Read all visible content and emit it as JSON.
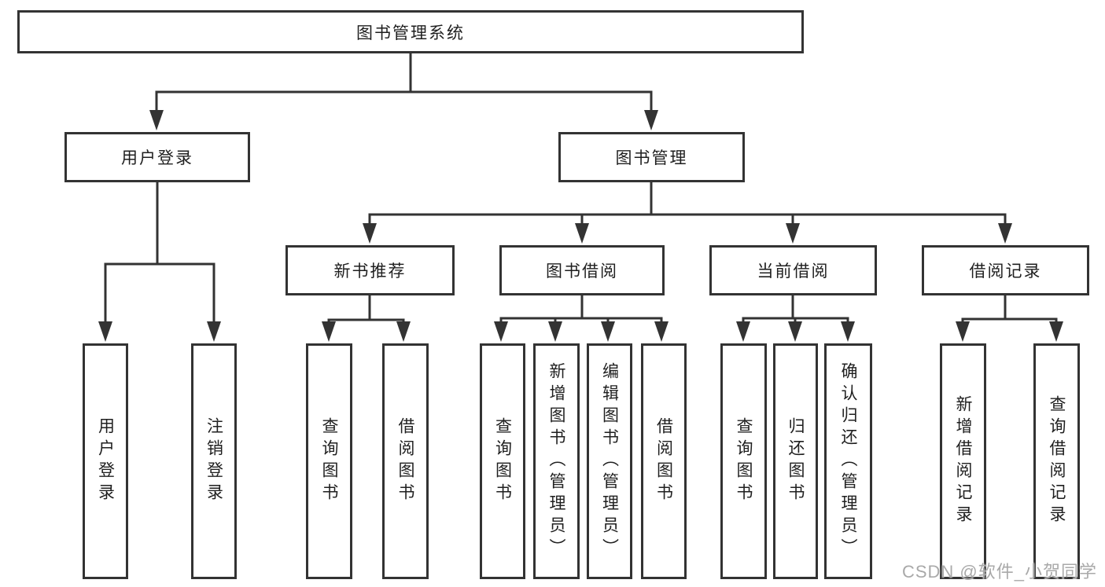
{
  "diagram": {
    "type": "hierarchy-tree",
    "root": {
      "label": "图书管理系统",
      "children": [
        {
          "label": "用户登录",
          "children": [
            {
              "label": "用户登录"
            },
            {
              "label": "注销登录"
            }
          ]
        },
        {
          "label": "图书管理",
          "children": [
            {
              "label": "新书推荐",
              "children": [
                {
                  "label": "查询图书"
                },
                {
                  "label": "借阅图书"
                }
              ]
            },
            {
              "label": "图书借阅",
              "children": [
                {
                  "label": "查询图书"
                },
                {
                  "label": "新增图书（管理员）"
                },
                {
                  "label": "编辑图书（管理员）"
                },
                {
                  "label": "借阅图书"
                }
              ]
            },
            {
              "label": "当前借阅",
              "children": [
                {
                  "label": "查询图书"
                },
                {
                  "label": "归还图书"
                },
                {
                  "label": "确认归还（管理员）"
                }
              ]
            },
            {
              "label": "借阅记录",
              "children": [
                {
                  "label": "新增借阅记录"
                },
                {
                  "label": "查询借阅记录"
                }
              ]
            }
          ]
        }
      ]
    },
    "colors": {
      "line": "#333333",
      "box_border": "#333333",
      "box_background": "#ffffff",
      "text": "#1f1f1f",
      "watermark": "#a9a9a9"
    }
  },
  "watermark": {
    "text": "CSDN @软件_小贺同学"
  }
}
